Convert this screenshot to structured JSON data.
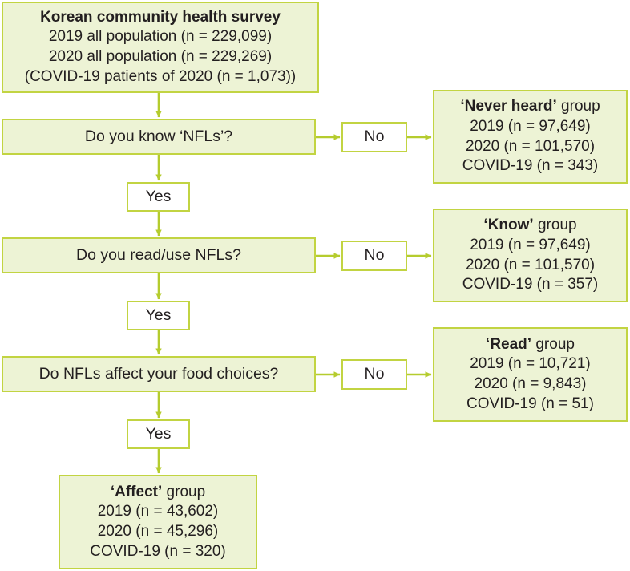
{
  "colors": {
    "box_fill": "#edf3d5",
    "box_border": "#c2d442",
    "connector": "#b5cc2e",
    "text": "#231f20",
    "background": "#ffffff"
  },
  "source_box": {
    "title": "Korean community health survey",
    "lines": [
      "2019 all population (n = 229,099)",
      "2020 all population (n = 229,269)",
      "(COVID-19 patients of 2020 (n = 1,073))"
    ]
  },
  "questions": [
    {
      "text": "Do you know ‘NFLs’?"
    },
    {
      "text": "Do you read/use NFLs?"
    },
    {
      "text": "Do NFLs affect your food choices?"
    }
  ],
  "no_labels": [
    "No",
    "No",
    "No"
  ],
  "yes_labels": [
    "Yes",
    "Yes",
    "Yes"
  ],
  "outcome_groups": [
    {
      "name_quoted": "‘Never heard’",
      "name_suffix": " group",
      "lines": [
        "2019 (n = 97,649)",
        "2020 (n = 101,570)",
        "COVID-19 (n = 343)"
      ]
    },
    {
      "name_quoted": "‘Know’",
      "name_suffix": " group",
      "lines": [
        "2019 (n = 97,649)",
        "2020 (n = 101,570)",
        "COVID-19 (n = 357)"
      ]
    },
    {
      "name_quoted": "‘Read’",
      "name_suffix": " group",
      "lines": [
        "2019 (n = 10,721)",
        "2020 (n = 9,843)",
        "COVID-19 (n = 51)"
      ]
    }
  ],
  "final_group": {
    "name_quoted": "‘Affect’",
    "name_suffix": " group",
    "lines": [
      "2019 (n = 43,602)",
      "2020 (n = 45,296)",
      "COVID-19 (n = 320)"
    ]
  }
}
